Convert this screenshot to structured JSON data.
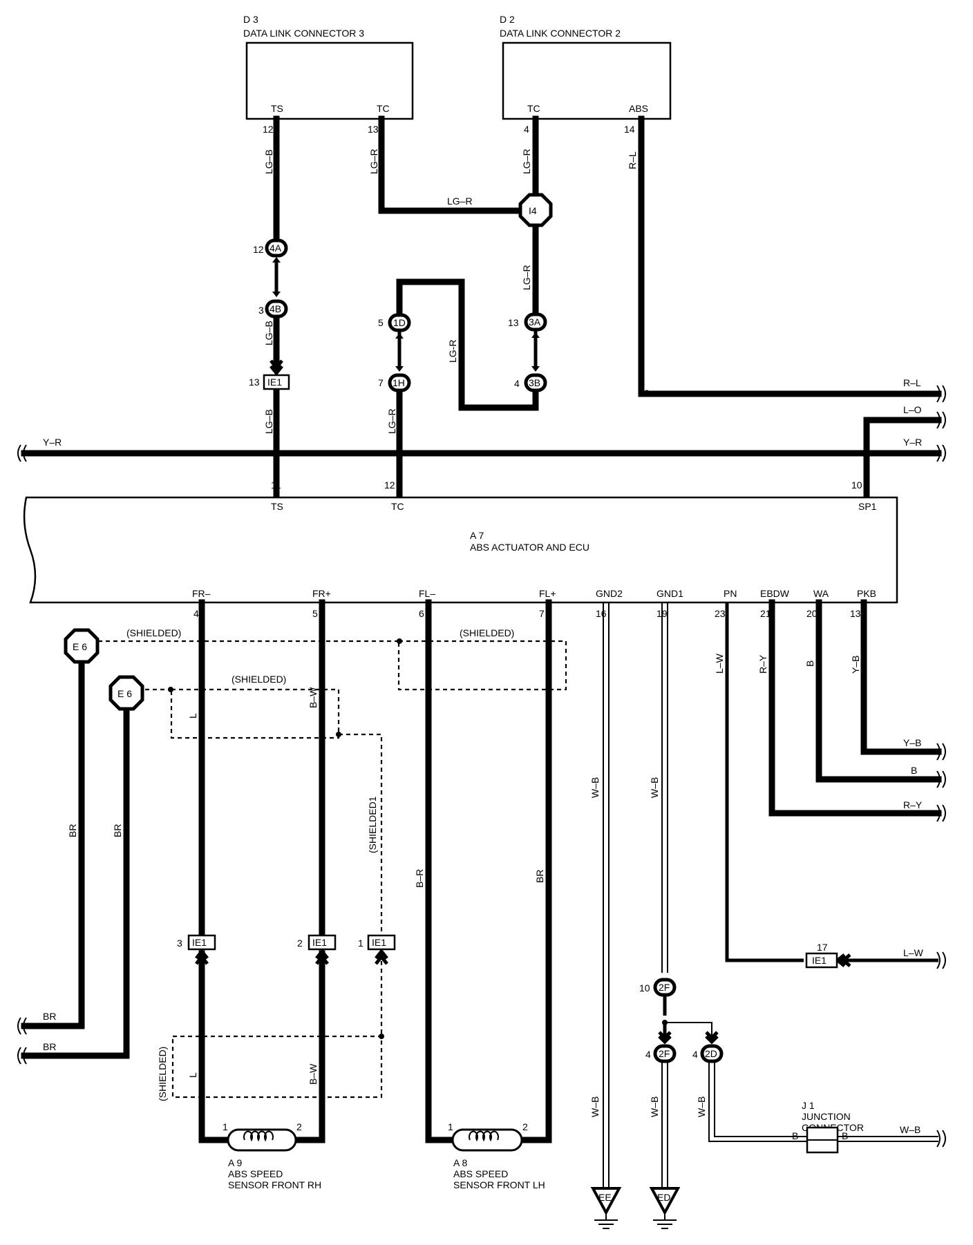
{
  "components": {
    "d3": {
      "ref": "D 3",
      "name": "DATA LINK CONNECTOR 3",
      "pins": [
        "TS",
        "TC"
      ]
    },
    "d2": {
      "ref": "D 2",
      "name": "DATA LINK CONNECTOR 2",
      "pins": [
        "TC",
        "ABS"
      ]
    },
    "a7": {
      "ref": "A 7",
      "name": "ABS ACTUATOR AND ECU",
      "top_pins": [
        "TS",
        "TC",
        "SP1"
      ],
      "bottom_pins": [
        "FR–",
        "FR+",
        "FL–",
        "FL+",
        "GND2",
        "GND1",
        "PN",
        "EBDW",
        "WA",
        "PKB"
      ]
    },
    "a9": {
      "ref": "A 9",
      "name_line1": "ABS SPEED",
      "name_line2": "SENSOR FRONT RH"
    },
    "a8": {
      "ref": "A 8",
      "name_line1": "ABS SPEED",
      "name_line2": "SENSOR FRONT LH"
    },
    "j1": {
      "ref": "J 1",
      "name_line1": "JUNCTION",
      "name_line2": "CONNECTOR",
      "pin_left": "B",
      "pin_right": "B"
    }
  },
  "connectors": {
    "c4a": "4A",
    "c4b": "4B",
    "ie1": "IE1",
    "c1d": "1D",
    "c1h": "1H",
    "c3a": "3A",
    "c3b": "3B",
    "c2f": "2F",
    "c2d": "2D"
  },
  "splices": {
    "i4": "I4"
  },
  "grounds": {
    "e6": "E 6",
    "ee": "EE",
    "ed": "ED"
  },
  "pin_numbers": {
    "d3_ts": "12",
    "d3_tc": "13",
    "d2_tc": "4",
    "d2_abs": "14",
    "c4a": "12",
    "c4b": "3",
    "ie1_ts": "13",
    "c1d": "5",
    "c1h": "7",
    "c3a": "13",
    "c3b": "4",
    "rl_end": "2",
    "a7_ts": "11",
    "a7_tc": "12",
    "a7_sp1": "10",
    "a7_frm": "4",
    "a7_frp": "5",
    "a7_flm": "6",
    "a7_flp": "7",
    "a7_gnd2": "16",
    "a7_gnd1": "19",
    "a7_pn": "23",
    "a7_ebdw": "21",
    "a7_wa": "20",
    "a7_pkb": "13",
    "ie1_a": "3",
    "ie1_b": "2",
    "ie1_c": "1",
    "ie1_lw": "17",
    "c2f_top": "10",
    "c2f_bot": "4",
    "c2d": "4",
    "a9_1": "1",
    "a9_2": "2",
    "a8_1": "1",
    "a8_2": "2"
  },
  "wire_colors": {
    "lg_b": "LG–B",
    "lg_r": "LG–R",
    "lg_r_plain": "LG-R",
    "r_l": "R–L",
    "l_o": "L–O",
    "y_r": "Y–R",
    "br": "BR",
    "l": "L",
    "b_w": "B–W",
    "b_r": "B–R",
    "w_b": "W–B",
    "l_w": "L–W",
    "r_y": "R–Y",
    "b": "B",
    "y_b": "Y–B"
  },
  "shield_label": "(SHIELDED)",
  "shield_label_alt": "(SHIELDED1"
}
